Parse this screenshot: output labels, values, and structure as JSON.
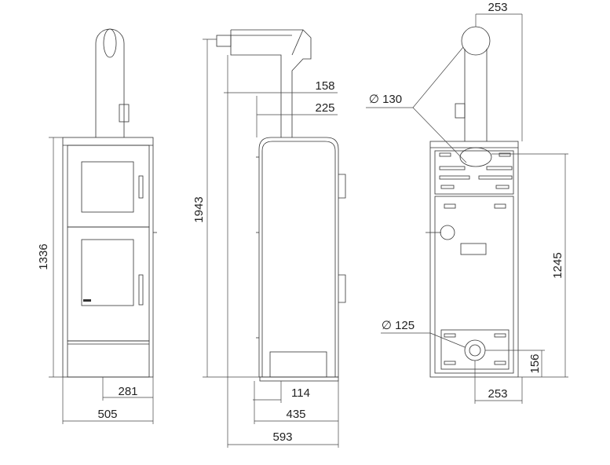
{
  "drawing": {
    "front": {
      "height": "1336",
      "width": "505",
      "offset": "281"
    },
    "side": {
      "total_height": "1943",
      "flue_offset_top": "158",
      "flue_offset": "225",
      "base_offset": "114",
      "depth": "435",
      "overall_depth": "593"
    },
    "back": {
      "top_width": "253",
      "flue_diameter": "∅ 130",
      "air_diameter": "∅ 125",
      "flue_height": "1245",
      "air_height": "156",
      "bottom_width": "253"
    }
  }
}
